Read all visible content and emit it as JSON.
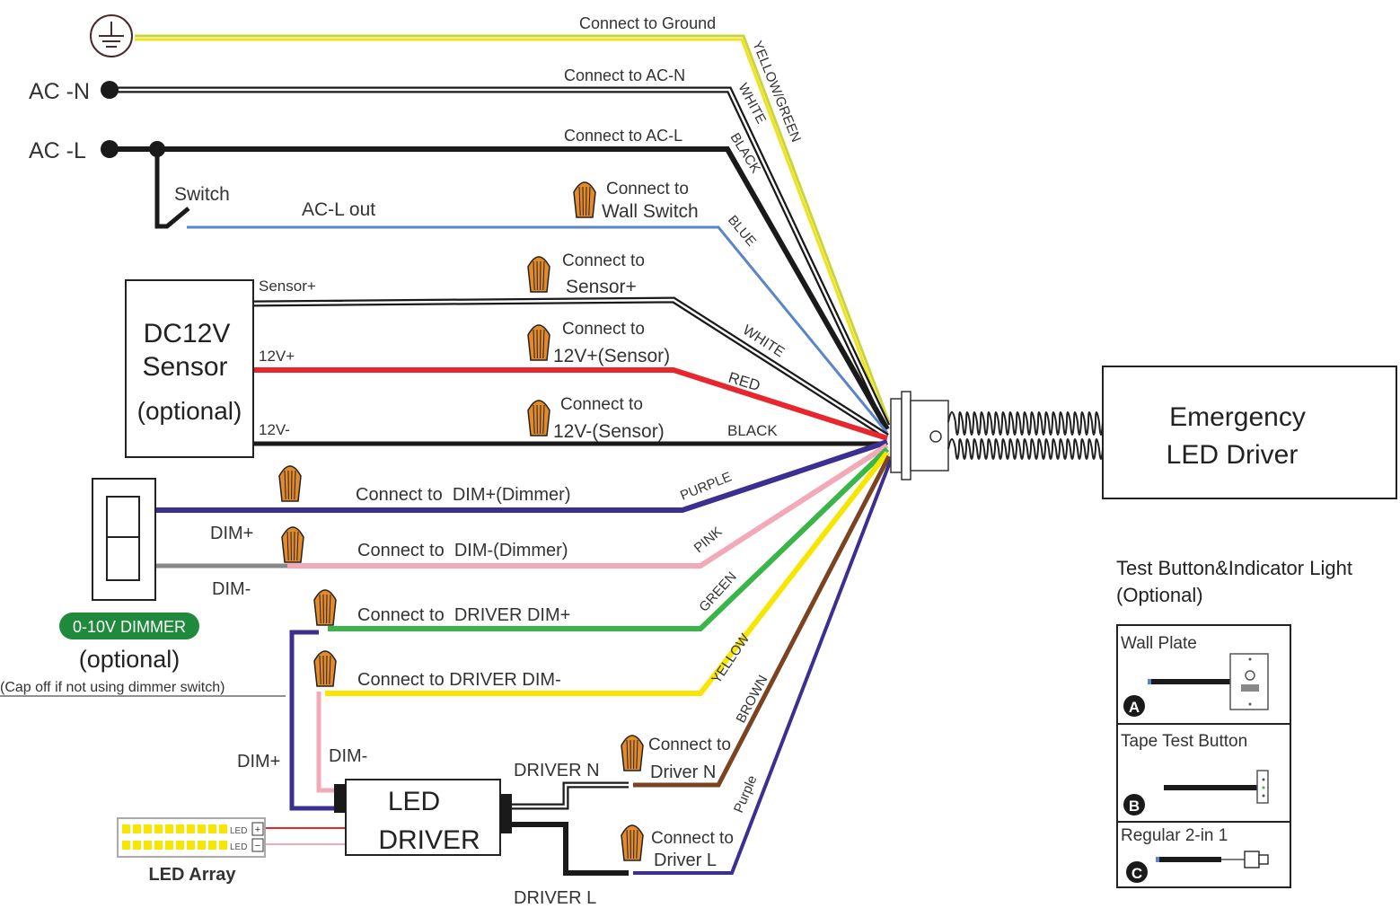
{
  "colors": {
    "yellow_green_a": "#c8d63a",
    "yellow_green_b": "#f1e21d",
    "white_wire": "#444444",
    "black_wire": "#1a1a1a",
    "blue": "#5a86c9",
    "red": "#e8262e",
    "purple": "#3b2f8f",
    "pink": "#f2a9b8",
    "green": "#3ab54a",
    "yellow": "#f7e600",
    "brown": "#7a4321",
    "orange_nut": "#e38a2b",
    "dimmer_badge": "#1f8a3c"
  },
  "sources": {
    "ground_icon": "ground-symbol",
    "ac_n": "AC -N",
    "ac_l": "AC -L",
    "switch": "Switch",
    "ac_l_out": "AC-L out"
  },
  "connections": {
    "ground": "Connect to Ground",
    "ac_n": "Connect to AC-N",
    "ac_l": "Connect to AC-L",
    "wall_switch_1": "Connect to",
    "wall_switch_2": "Wall Switch",
    "sensor_plus_1": "Connect to",
    "sensor_plus_2": "Sensor+",
    "v12_plus_1": "Connect to",
    "v12_plus_2": "12V+(Sensor)",
    "v12_minus_1": "Connect to",
    "v12_minus_2": "12V-(Sensor)",
    "dim_plus_dimmer": "Connect to  DIM+(Dimmer)",
    "dim_minus_dimmer": "Connect to  DIM-(Dimmer)",
    "driver_dim_plus": "Connect to  DRIVER DIM+",
    "driver_dim_minus": "Connect to DRIVER DIM-",
    "driver_n_1": "Connect to",
    "driver_n_2": "Driver N",
    "driver_l_1": "Connect to",
    "driver_l_2": "Driver L"
  },
  "wire_labels": {
    "yellow_green": "YELLOW/GREEN",
    "white_1": "WHITE",
    "black_1": "BLACK",
    "blue": "BLUE",
    "white_2": "WHITE",
    "red": "RED",
    "black_2": "BLACK",
    "purple": "PURPLE",
    "pink": "PINK",
    "green": "GREEN",
    "yellow": "YELLOW",
    "brown": "BROWN",
    "purple_lower": "Purple"
  },
  "sensor": {
    "title_1": "DC12V",
    "title_2": "Sensor",
    "title_3": "(optional)",
    "pin_sensor_plus": "Sensor+",
    "pin_12v_plus": "12V+",
    "pin_12v_minus": "12V-"
  },
  "dimmer": {
    "dim_plus": "DIM+",
    "dim_minus": "DIM-",
    "badge": "0-10V DIMMER",
    "optional": "(optional)",
    "note": "(Cap off if not using dimmer switch)"
  },
  "led_driver": {
    "title_1": "LED",
    "title_2": "DRIVER",
    "dim_plus": "DIM+",
    "dim_minus": "DIM-",
    "driver_n": "DRIVER N",
    "driver_l": "DRIVER L",
    "array_label": "LED Array",
    "led_pos": "LED",
    "led_neg": "LED"
  },
  "emergency": {
    "title_1": "Emergency",
    "title_2": "LED Driver"
  },
  "test_panel": {
    "title_1": "Test Button&Indicator Light",
    "title_2": "(Optional)",
    "options": [
      {
        "label": "Wall Plate",
        "badge": "A"
      },
      {
        "label": "Tape Test Button",
        "badge": "B"
      },
      {
        "label": "Regular 2-in 1",
        "badge": "C"
      }
    ]
  }
}
